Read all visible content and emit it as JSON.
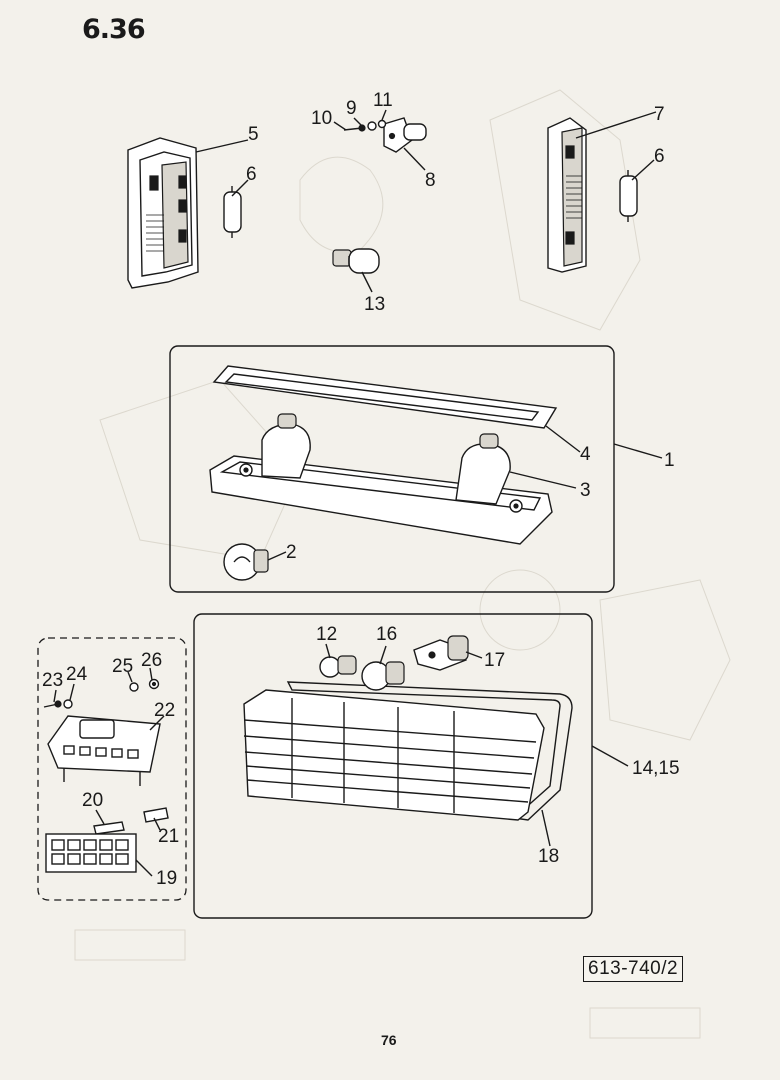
{
  "header": {
    "section": "6.36"
  },
  "footer": {
    "drawing_code": "613-740/2",
    "page_number": "76"
  },
  "callouts": {
    "c1": "1",
    "c2": "2",
    "c3": "3",
    "c4": "4",
    "c5": "5",
    "c6a": "6",
    "c6b": "6",
    "c7": "7",
    "c8": "8",
    "c9": "9",
    "c10": "10",
    "c11": "11",
    "c12": "12",
    "c13": "13",
    "c14_15": "14,15",
    "c16": "16",
    "c17": "17",
    "c18": "18",
    "c19": "19",
    "c20": "20",
    "c21": "21",
    "c22": "22",
    "c23": "23",
    "c24": "24",
    "c25": "25",
    "c26": "26"
  }
}
